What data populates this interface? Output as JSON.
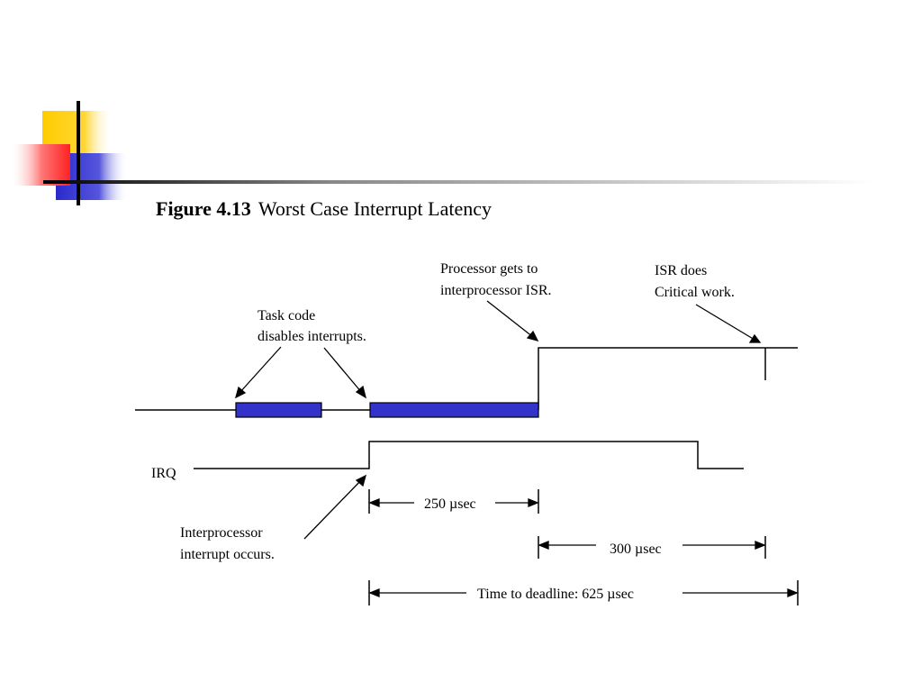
{
  "figure": {
    "number": "Figure 4.13",
    "title": "Worst Case Interrupt Latency"
  },
  "annotations": {
    "task_code": [
      "Task code",
      "disables interrupts."
    ],
    "processor_gets": [
      "Processor gets to",
      "interprocessor ISR."
    ],
    "isr_does": [
      "ISR does",
      "Critical work."
    ],
    "irq_label": "IRQ",
    "interprocessor": [
      "Interprocessor",
      "interrupt occurs."
    ]
  },
  "timings": {
    "t250": "250 µsec",
    "t300": "300 µsec",
    "deadline": "Time to deadline: 625 µsec"
  },
  "colors": {
    "task_block": "#3333cc",
    "deco_yellow": "#ffcc00",
    "deco_red": "#ff4444",
    "deco_blue": "#3333cc"
  }
}
